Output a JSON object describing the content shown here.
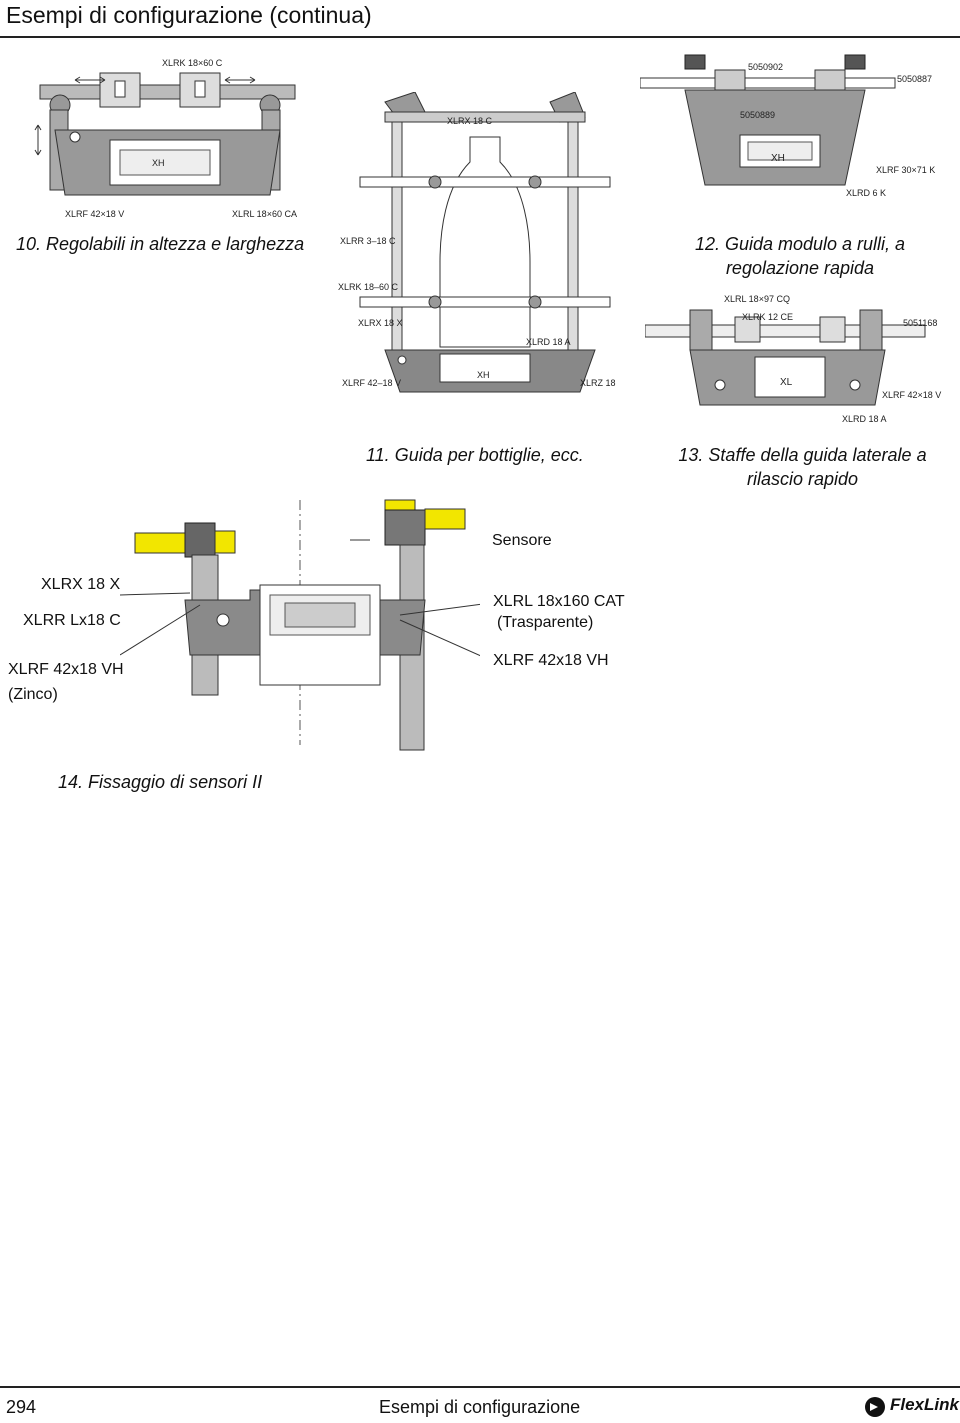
{
  "header": {
    "title": "Esempi di configurazione (continua)"
  },
  "fig10": {
    "caption": "10. Regolabili in altezza e larghezza",
    "labels": {
      "top": "XLRK 18×60 C",
      "bottom_left": "XLRF 42×18 V",
      "bottom_right": "XLRL 18×60 CA",
      "profile": "XH"
    }
  },
  "fig11": {
    "caption": "11. Guida per bottiglie, ecc.",
    "labels": {
      "l1": "XLRX 18 C",
      "l2": "XLRR 3–18 C",
      "l3": "XLRK 18–60 C",
      "l4": "XLRX 18 X",
      "l5": "XLRD 18 A",
      "l6": "XLRF 42–18 V",
      "l7": "XLRZ 18",
      "profile": "XH"
    }
  },
  "fig12": {
    "caption_line1": "12. Guida modulo a rulli, a",
    "caption_line2": "regolazione rapida",
    "labels": {
      "l1": "5050902",
      "l2": "5050887",
      "l3": "5050889",
      "l4": "XLRF 30×71 K",
      "l5": "XLRD 6 K",
      "profile": "XH"
    }
  },
  "fig13": {
    "caption_line1": "13. Staffe della guida laterale a",
    "caption_line2": "rilascio rapido",
    "labels": {
      "l1": "XLRL 18×97 CQ",
      "l2": "XLRK 12 CE",
      "l3": "5051168",
      "l4": "XLRF 42×18 V",
      "l5": "XLRD 18 A",
      "profile": "XL"
    }
  },
  "fig14": {
    "caption": "14. Fissaggio di sensori II",
    "labels": {
      "sensor": "Sensore",
      "l1": "XLRX 18 X",
      "l2": "XLRR Lx18 C",
      "l3": "XLRF 42x18 VH",
      "l4": "(Zinco)",
      "l5": "XLRL 18x160 CAT",
      "l6": "(Trasparente)",
      "l7": "XLRF 42x18 VH"
    }
  },
  "footer": {
    "page_number": "294",
    "title": "Esempi di configurazione",
    "logo": "FlexLink"
  }
}
